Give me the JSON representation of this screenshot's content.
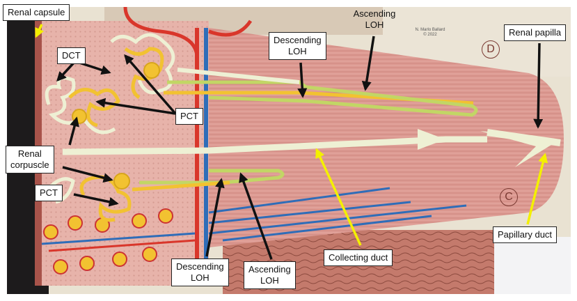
{
  "labels": {
    "renal_capsule": "Renal capsule",
    "dct": "DCT",
    "pct_upper": "PCT",
    "pct_lower": "PCT",
    "renal_corpuscle_line1": "Renal",
    "renal_corpuscle_line2": "corpuscle",
    "descending_loh_top_line1": "Descending",
    "descending_loh_top_line2": "LOH",
    "ascending_loh_top_line1": "Ascending",
    "ascending_loh_top_line2": "LOH",
    "renal_papilla": "Renal papilla",
    "collecting_duct": "Collecting duct",
    "papillary_duct": "Papillary duct",
    "descending_loh_bottom_line1": "Descending",
    "descending_loh_bottom_line2": "LOH",
    "ascending_loh_bottom_line1": "Ascending",
    "ascending_loh_bottom_line2": "LOH"
  },
  "credit": {
    "line1": "N. Marlo Ballard",
    "line2": "© 2022"
  },
  "zone_markers": [
    "D",
    "C"
  ],
  "colors": {
    "tubule_yellow": "#f2c231",
    "tubule_cream": "#eef0d4",
    "loh_green": "#c2d665",
    "artery_red": "#d9362b",
    "vein_blue": "#2f6db8",
    "tissue_pink": "#e6aaa0",
    "arrow_black": "#111111",
    "arrow_yellow": "#f4f000"
  }
}
